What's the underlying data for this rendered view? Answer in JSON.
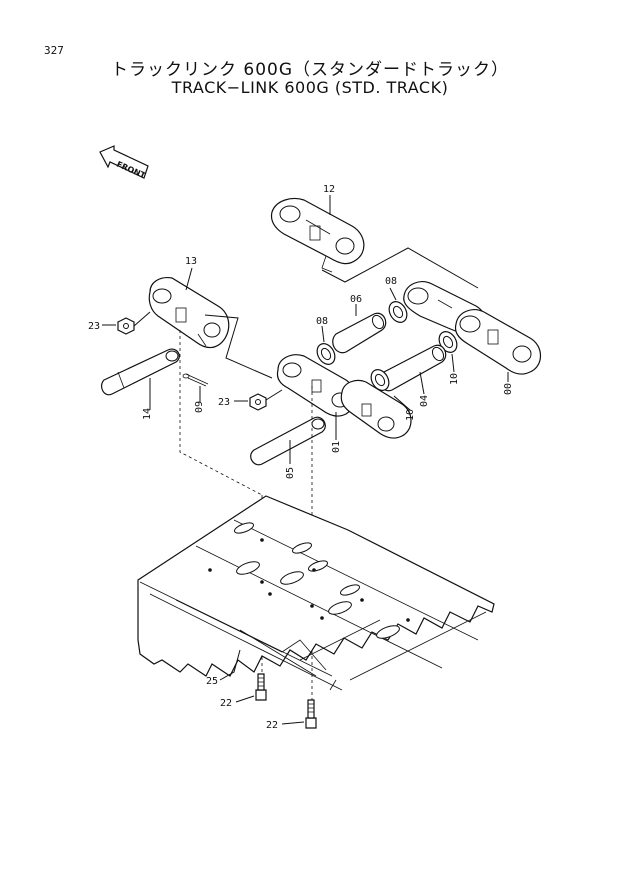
{
  "page_number": "327",
  "title_jp": "トラックリンク 600G（スタンダードトラック）",
  "title_en": "TRACK−LINK 600G (STD. TRACK)",
  "front_label": "FRONT",
  "callouts": {
    "c12": "12",
    "c13": "13",
    "c08a": "08",
    "c08b": "08",
    "c06": "06",
    "c23a": "23",
    "c23b": "23",
    "c14": "14",
    "c09": "09",
    "c10a": "10",
    "c10b": "10",
    "c04": "04",
    "c00": "00",
    "c01": "01",
    "c05": "05",
    "c25": "25",
    "c22a": "22",
    "c22b": "22"
  }
}
